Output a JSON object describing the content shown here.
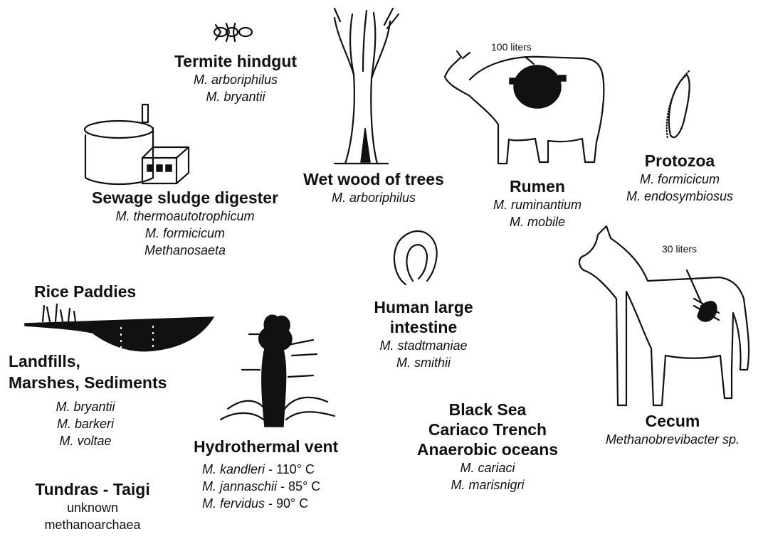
{
  "habitats": {
    "termite": {
      "title": "Termite hindgut",
      "species": [
        "M. arboriphilus",
        "M. bryantii"
      ]
    },
    "wood": {
      "title": "Wet wood of trees",
      "species": [
        "M. arboriphilus"
      ]
    },
    "rumen": {
      "title": "Rumen",
      "volume": "100 liters",
      "species": [
        "M. ruminantium",
        "M. mobile"
      ]
    },
    "protozoa": {
      "title": "Protozoa",
      "species": [
        "M. formicicum",
        "M. endosymbiosus"
      ]
    },
    "sewage": {
      "title": "Sewage sludge digester",
      "species": [
        "M. thermoautotrophicum",
        "M. formicicum",
        "Methanosaeta"
      ]
    },
    "rice": {
      "title": "Rice Paddies"
    },
    "landfills": {
      "title_line1": "Landfills,",
      "title_line2": "Marshes, Sediments",
      "species": [
        "M. bryantii",
        "M. barkeri",
        "M. voltae"
      ]
    },
    "tundra": {
      "title": "Tundras - Taigi",
      "species": [
        "unknown",
        "methanoarchaea"
      ]
    },
    "vent": {
      "title": "Hydrothermal vent",
      "species": [
        {
          "name": "M. kandleri",
          "temp": " - 110° C"
        },
        {
          "name": "M. jannaschii",
          "temp": " - 85° C"
        },
        {
          "name": "M. fervidus",
          "temp": " - 90° C"
        }
      ]
    },
    "intestine": {
      "title_line1": "Human large",
      "title_line2": "intestine",
      "species": [
        "M. stadtmaniae",
        "M. smithii"
      ]
    },
    "oceans": {
      "title_lines": [
        "Black Sea",
        "Cariaco Trench",
        "Anaerobic oceans"
      ],
      "species": [
        "M. cariaci",
        "M. marisnigri"
      ]
    },
    "cecum": {
      "title": "Cecum",
      "volume": "30 liters",
      "species": [
        "Methanobrevibacter sp."
      ]
    }
  }
}
